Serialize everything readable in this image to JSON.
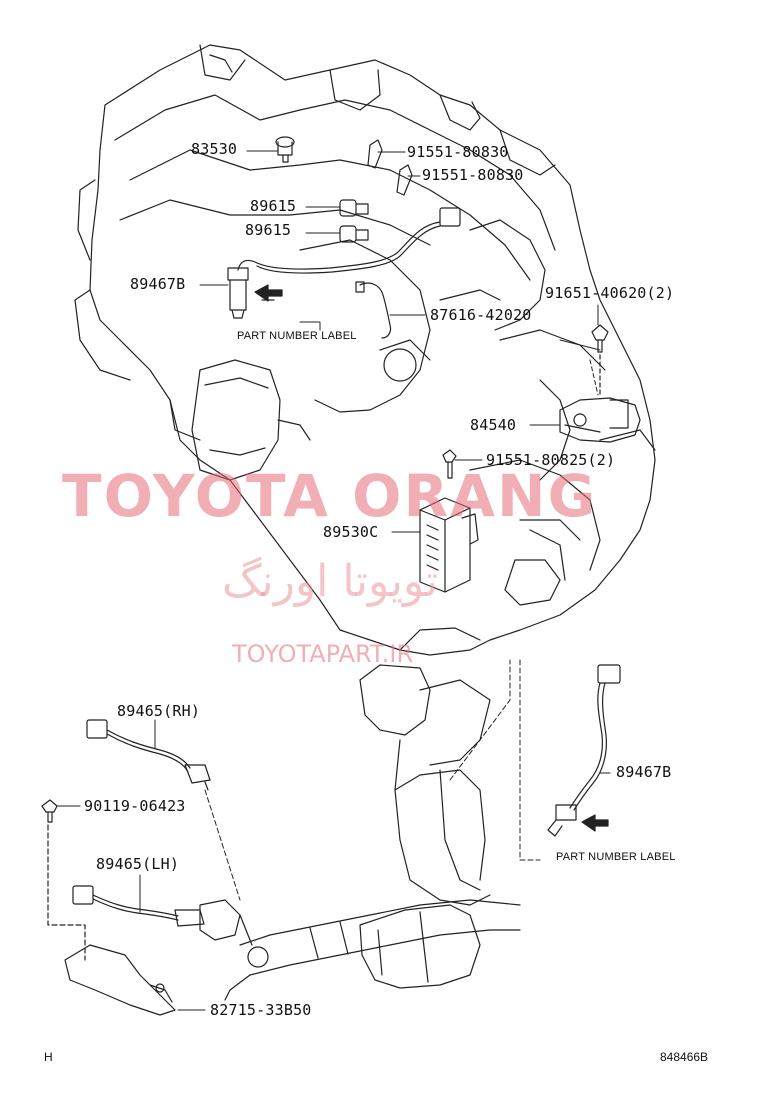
{
  "watermark": {
    "brand": "TOYOTA ORANG",
    "brand_farsi": "تویوتا اورنگ",
    "url": "TOYOTAPART.IR",
    "color": "#e86e78"
  },
  "parts": {
    "p83530": "83530",
    "p91551_80830_a": "91551-80830",
    "p91551_80830_b": "91551-80830",
    "p89615_a": "89615",
    "p89615_b": "89615",
    "p89467B_top": "89467B",
    "p91651_40620": "91651-40620(2)",
    "p87616_42020": "87616-42020",
    "p84540": "84540",
    "p91551_80825": "91551-80825(2)",
    "p89530C": "89530C",
    "p89465_RH": "89465(RH)",
    "p90119_06423": "90119-06423",
    "p89465_LH": "89465(LH)",
    "p89467B_bottom": "89467B",
    "p82715_33B50": "82715-33B50"
  },
  "labels": {
    "part_number_label_top": "PART NUMBER LABEL",
    "part_number_label_bottom": "PART NUMBER LABEL"
  },
  "footer": {
    "left_mark": "H",
    "diagram_id": "848466B"
  }
}
